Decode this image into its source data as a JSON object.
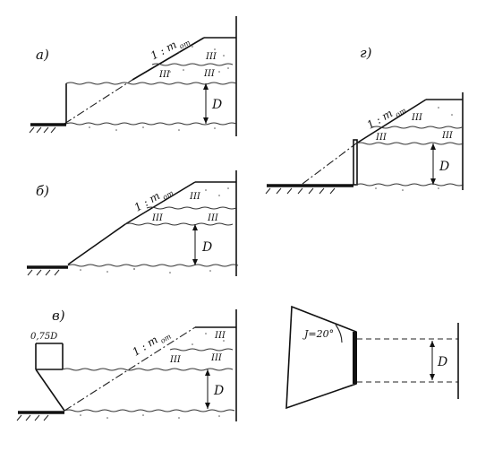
{
  "panels": {
    "a": {
      "label": "а)",
      "slope": "1 : m",
      "slope_sub": "от",
      "level_upper": "III",
      "level_mid": "III",
      "dim": "D"
    },
    "b": {
      "label": "б)",
      "slope": "1 : m",
      "slope_sub": "от",
      "level_upper": "III",
      "level_mid": "III",
      "level_right": "III",
      "dim": "D"
    },
    "v": {
      "label": "в)",
      "offset": "0,75D",
      "slope": "1 : m",
      "slope_sub": "от",
      "level_upper": "III",
      "level_mid": "III",
      "level_right": "III",
      "dim": "D"
    },
    "g": {
      "label": "г)",
      "slope": "1 : m",
      "slope_sub": "от",
      "level_upper": "III",
      "level_mid": "III",
      "level_right": "III",
      "dim": "D"
    },
    "d": {
      "angle": "J=20°",
      "dim": "D"
    }
  }
}
